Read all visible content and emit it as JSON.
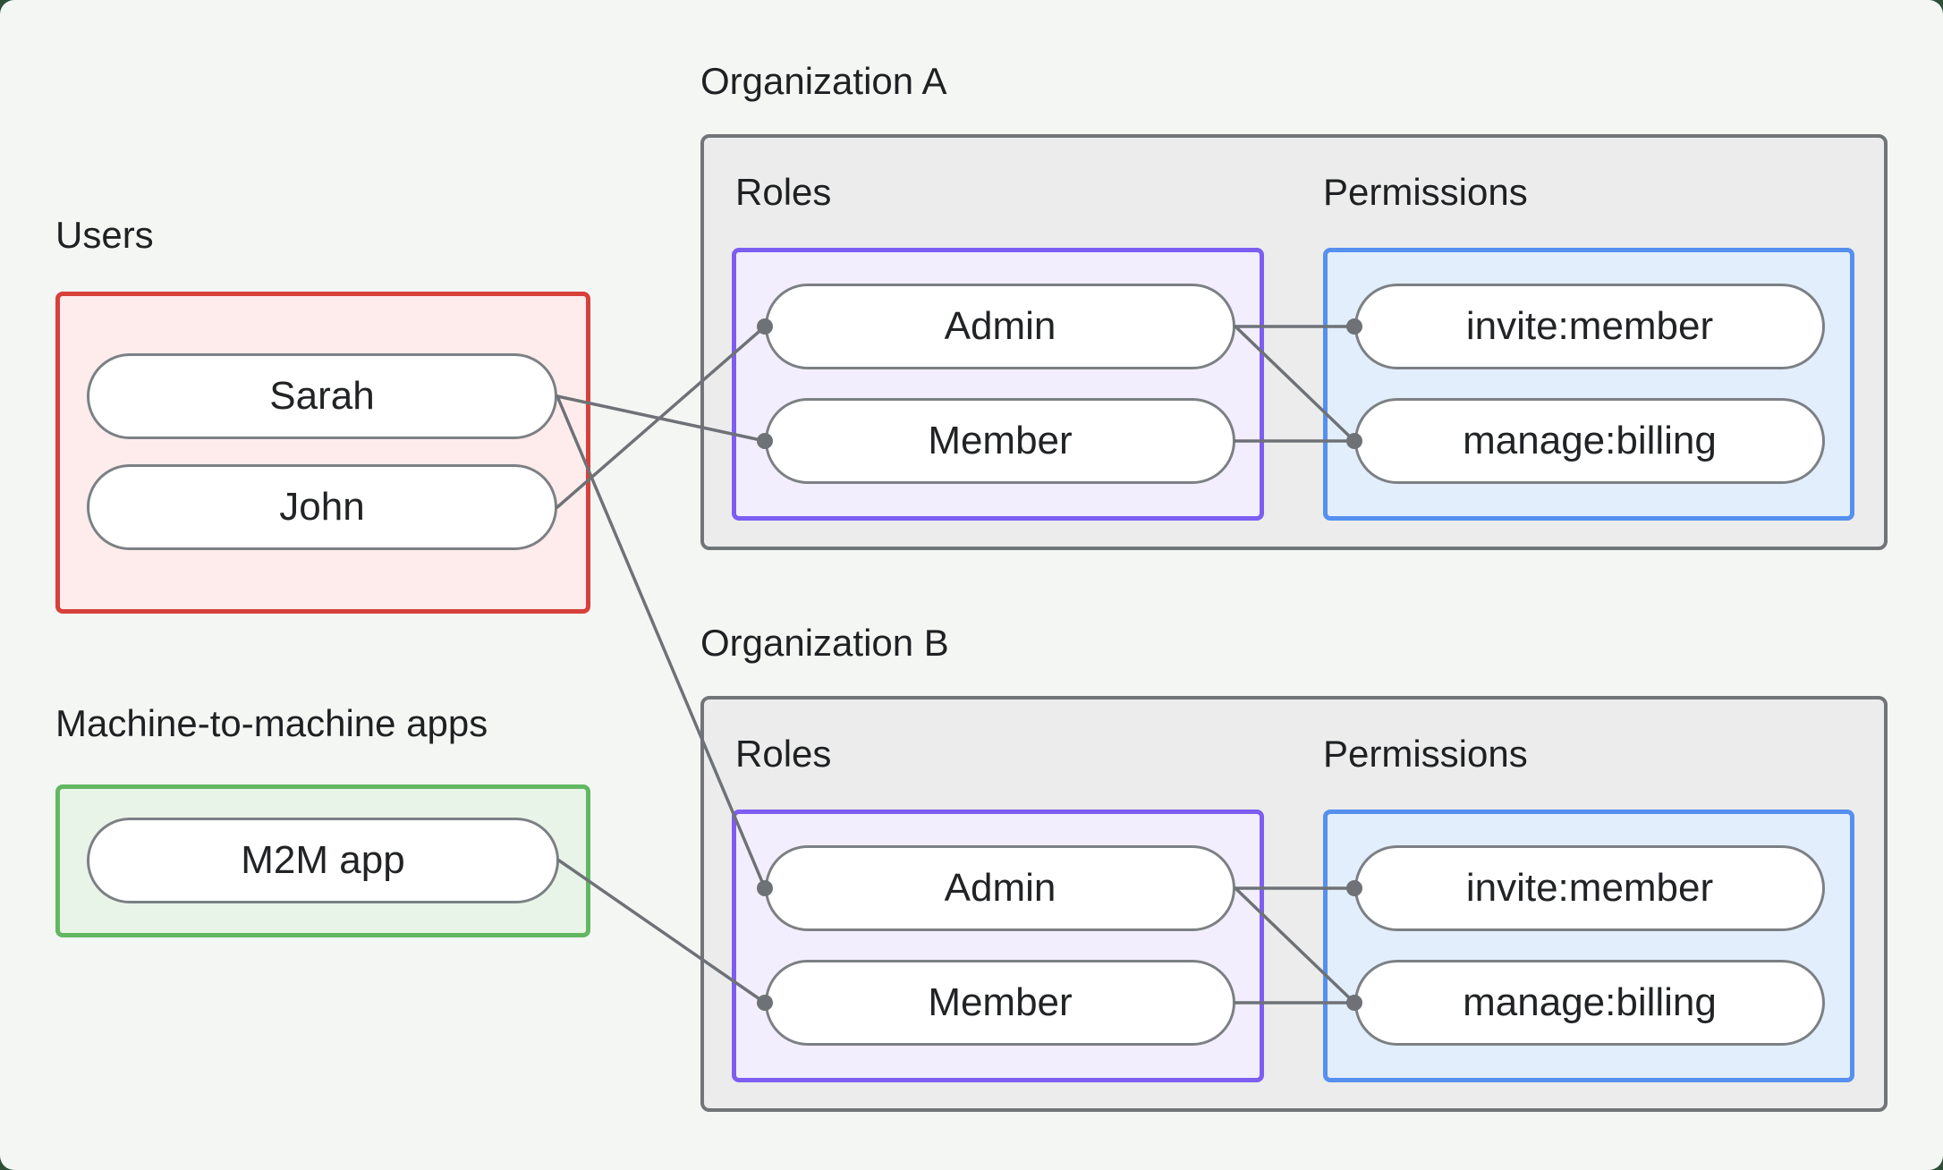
{
  "diagram": {
    "users": {
      "label": "Users",
      "items": [
        "Sarah",
        "John"
      ]
    },
    "m2m": {
      "label": "Machine-to-machine apps",
      "items": [
        "M2M app"
      ]
    },
    "org_a": {
      "title": "Organization A",
      "roles_label": "Roles",
      "permissions_label": "Permissions",
      "roles": [
        "Admin",
        "Member"
      ],
      "permissions": [
        "invite:member",
        "manage:billing"
      ]
    },
    "org_b": {
      "title": "Organization B",
      "roles_label": "Roles",
      "permissions_label": "Permissions",
      "roles": [
        "Admin",
        "Member"
      ],
      "permissions": [
        "invite:member",
        "manage:billing"
      ]
    },
    "edges": [
      {
        "from": "Sarah",
        "to": "Organization A / Member"
      },
      {
        "from": "John",
        "to": "Organization A / Admin"
      },
      {
        "from": "Sarah",
        "to": "Organization B / Admin"
      },
      {
        "from": "M2M app",
        "to": "Organization B / Member"
      },
      {
        "from": "Organization A / Admin",
        "to": "Organization A / invite:member"
      },
      {
        "from": "Organization A / Admin",
        "to": "Organization A / manage:billing"
      },
      {
        "from": "Organization A / Member",
        "to": "Organization A / manage:billing"
      },
      {
        "from": "Organization B / Admin",
        "to": "Organization B / invite:member"
      },
      {
        "from": "Organization B / Admin",
        "to": "Organization B / manage:billing"
      },
      {
        "from": "Organization B / Member",
        "to": "Organization B / manage:billing"
      }
    ],
    "colors": {
      "page_bg": "#f4f6f4",
      "outer_bg": "#2c4f38",
      "users_border": "#d8403a",
      "users_fill": "#fdeceb",
      "m2m_border": "#62b862",
      "m2m_fill": "#e9f4e8",
      "org_border": "#717577",
      "org_fill": "#ececec",
      "roles_border": "#7d5ef1",
      "roles_fill": "#f3eefd",
      "permissions_border": "#5590ef",
      "permissions_fill": "#e2eefb",
      "pill_border": "#7c8084",
      "connector": "#6e7276",
      "text": "#1e2022"
    }
  }
}
